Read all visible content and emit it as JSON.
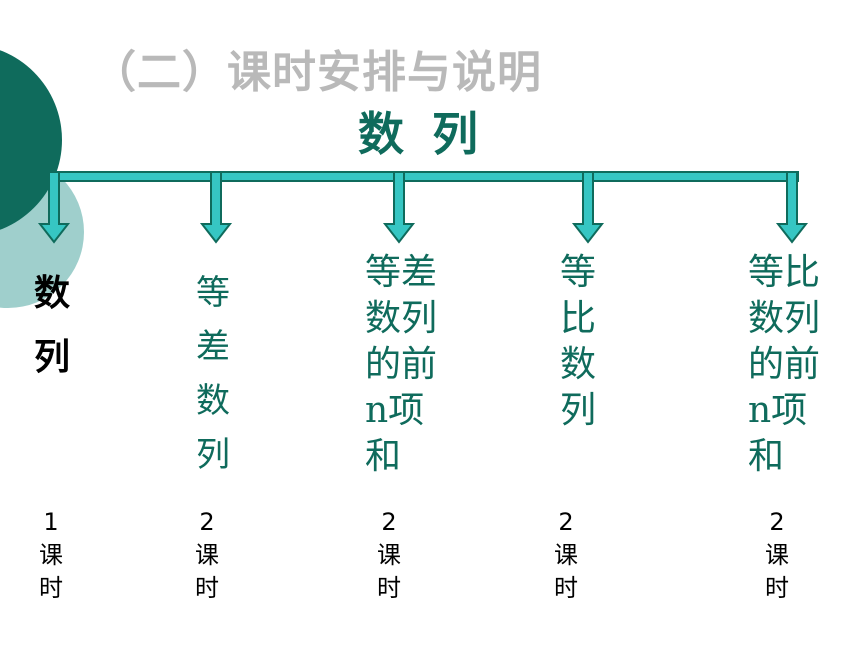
{
  "heading": "（二）课时安排与说明",
  "root": "数 列",
  "nodes": [
    {
      "label": "数列"
    },
    {
      "label": "等差数列"
    },
    {
      "label": "等差数列的前n项和"
    },
    {
      "label": "等比数列"
    },
    {
      "label": "等比数列的前n项和"
    }
  ],
  "lessons": [
    {
      "count": "1",
      "unit": "课时"
    },
    {
      "count": "2",
      "unit": "课时"
    },
    {
      "count": "2",
      "unit": "课时"
    },
    {
      "count": "2",
      "unit": "课时"
    },
    {
      "count": "2",
      "unit": "课时"
    }
  ],
  "colors": {
    "heading": "#b9b9b9",
    "title": "#0f6b5c",
    "arrow_fill": "#36c6c3",
    "arrow_stroke": "#0f6b5c",
    "circle_dark": "#0f6b5c",
    "circle_light": "#9fcfcc"
  }
}
